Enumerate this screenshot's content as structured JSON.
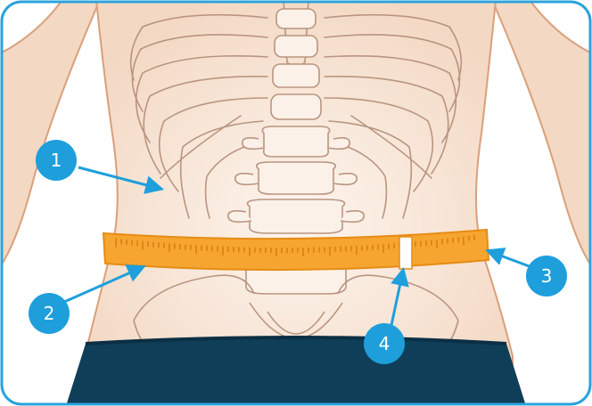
{
  "callouts": [
    {
      "number": "1"
    },
    {
      "number": "2"
    },
    {
      "number": "3"
    },
    {
      "number": "4"
    }
  ],
  "colors": {
    "frame": "#2aa3dc",
    "skin": "#f6e1cf",
    "skin_light": "#fbf1e8",
    "skin_outline": "#d9a07a",
    "bone_outline": "#b99580",
    "tape": "#f6a531",
    "tape_edge": "#e58c14",
    "tape_ticks": "#d77a0c",
    "shorts": "#0f3e58",
    "callout": "#1e9fdc",
    "marker": "#ffffff"
  },
  "icons": {
    "callout_arrow": "arrow-pointer-icon"
  }
}
